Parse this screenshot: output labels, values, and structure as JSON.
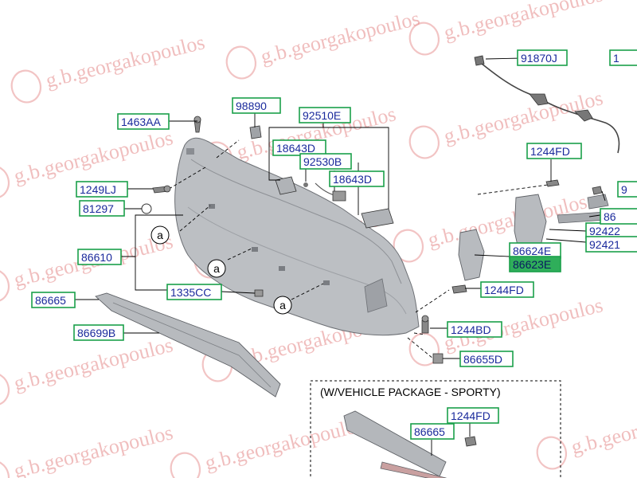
{
  "watermark": {
    "text": "g.b.georgakopoulos"
  },
  "labels": [
    {
      "id": "91870J",
      "text": "91870J"
    },
    {
      "id": "edge-top",
      "text": "1"
    },
    {
      "id": "98890",
      "text": "98890"
    },
    {
      "id": "1463AA",
      "text": "1463AA"
    },
    {
      "id": "92510E",
      "text": "92510E"
    },
    {
      "id": "18643D-a",
      "text": "18643D"
    },
    {
      "id": "92530B",
      "text": "92530B"
    },
    {
      "id": "18643D-b",
      "text": "18643D"
    },
    {
      "id": "1244FD-a",
      "text": "1244FD"
    },
    {
      "id": "1249LJ",
      "text": "1249LJ"
    },
    {
      "id": "81297",
      "text": "81297"
    },
    {
      "id": "86610",
      "text": "86610"
    },
    {
      "id": "86624E",
      "text": "86624E"
    },
    {
      "id": "86623E",
      "text": "86623E"
    },
    {
      "id": "1335CC",
      "text": "1335CC"
    },
    {
      "id": "1244FD-b",
      "text": "1244FD"
    },
    {
      "id": "86665-a",
      "text": "86665"
    },
    {
      "id": "86699B",
      "text": "86699B"
    },
    {
      "id": "1244BD",
      "text": "1244BD"
    },
    {
      "id": "86655D",
      "text": "86655D"
    },
    {
      "id": "92422",
      "text": "92422"
    },
    {
      "id": "92421",
      "text": "92421"
    },
    {
      "id": "edge-9",
      "text": "9"
    },
    {
      "id": "edge-86",
      "text": "86"
    },
    {
      "id": "1244FD-c",
      "text": "1244FD"
    },
    {
      "id": "86665-b",
      "text": "86665"
    }
  ],
  "ref_marker": "a",
  "package_note": "(W/VEHICLE PACKAGE - SPORTY)",
  "colors": {
    "label_text": "#1a2a9c",
    "label_border": "#1aa04a",
    "watermark": "#e58a8a",
    "bumper": "#b9bcc0"
  }
}
